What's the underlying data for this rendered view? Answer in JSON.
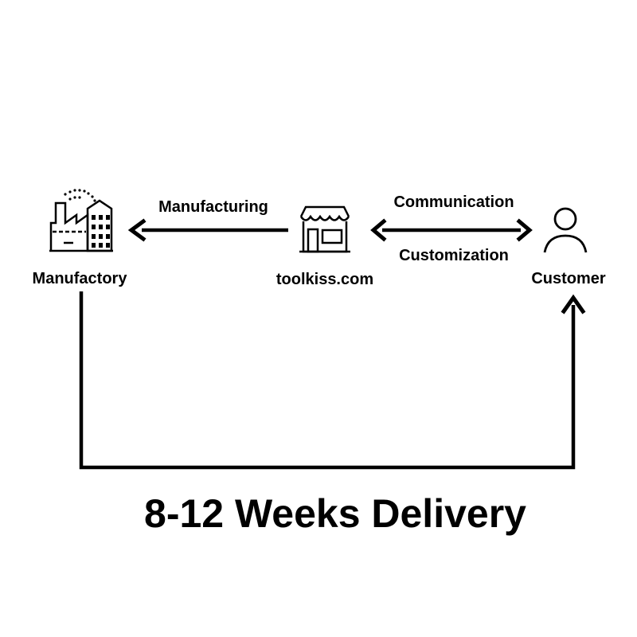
{
  "nodes": {
    "manufactory": {
      "label": "Manufactory",
      "icon": "factory-icon"
    },
    "store": {
      "label": "toolkiss.com",
      "icon": "storefront-icon"
    },
    "customer": {
      "label": "Customer",
      "icon": "person-icon"
    }
  },
  "edges": {
    "manufacturing": {
      "label": "Manufacturing"
    },
    "communication": {
      "label": "Communication"
    },
    "customization": {
      "label": "Customization"
    }
  },
  "footer": {
    "text": "8-12 Weeks Delivery"
  },
  "colors": {
    "ink": "#000000",
    "background": "#ffffff"
  }
}
